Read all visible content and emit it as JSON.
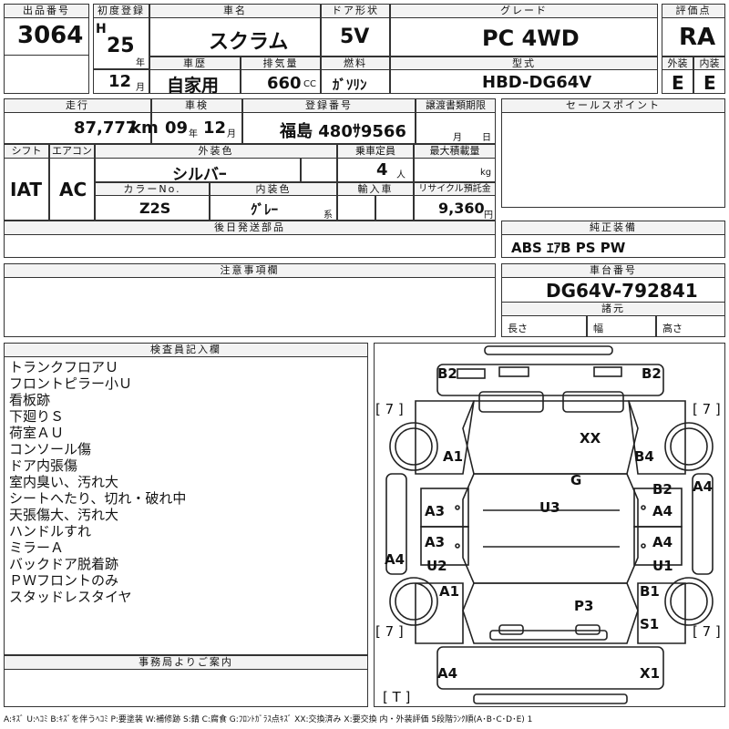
{
  "header": {
    "lot_label": "出品番号",
    "lot_no": "3064",
    "first_reg_label": "初度登録",
    "era": "H",
    "year": "25",
    "year_unit": "年",
    "month": "12",
    "month_unit": "月",
    "car_name_label": "車名",
    "car_name": "スクラム",
    "door_label": "ドア形状",
    "door": "5V",
    "grade_label": "グレード",
    "grade": "PC 4WD",
    "score_label": "評価点",
    "score": "RA",
    "history_label": "車歴",
    "history": "自家用",
    "displacement_label": "排気量",
    "displacement": "660",
    "displacement_unit": "CC",
    "fuel_label": "燃料",
    "fuel": "ｶﾞｿﾘﾝ",
    "model_label": "型式",
    "model": "HBD-DG64V",
    "exterior_label": "外装",
    "exterior": "E",
    "interior_label": "内装",
    "interior": "E"
  },
  "row2": {
    "mileage_label": "走行",
    "mileage": "87,777",
    "mileage_unit": "km",
    "inspection_label": "車検",
    "insp_year": "09",
    "insp_year_unit": "年",
    "insp_month": "12",
    "insp_month_unit": "月",
    "plate_label": "登録番号",
    "plate": "福島 480ｻ9566",
    "transfer_label": "譲渡書類期限",
    "transfer_month_unit": "月",
    "transfer_day_unit": "日",
    "sales_label": "セールスポイント",
    "shift_label": "シフト",
    "shift": "IAT",
    "ac_label": "エアコン",
    "ac": "AC",
    "color_label": "外装色",
    "color": "シルバｰ",
    "capacity_label": "乗車定員",
    "capacity": "4",
    "capacity_unit": "人",
    "maxload_label": "最大積載量",
    "maxload_unit": "kg",
    "colorno_label": "カラーNo.",
    "colorno": "Z2S",
    "intcolor_label": "内装色",
    "intcolor": "ｸﾞﾚｰ",
    "intcolor_unit": "系",
    "import_label": "輸入車",
    "recycle_label": "リサイクル預託金",
    "recycle": "9,360",
    "recycle_unit": "円",
    "parts_label": "後日発送部品",
    "equip_label": "純正装備",
    "equip": "ABS ｴｱB PS PW",
    "caution_label": "注意事項欄",
    "chassis_label": "車台番号",
    "chassis": "DG64V-792841",
    "spec_label": "諸元",
    "len_label": "長さ",
    "wid_label": "幅",
    "hgt_label": "高さ"
  },
  "notes": {
    "title": "検査員記入欄",
    "lines": [
      "トランクフロアＵ",
      "フロントピラー小Ｕ",
      "看板跡",
      "下廻りＳ",
      "荷室ＡＵ",
      "コンソール傷",
      "ドア内張傷",
      "室内臭い、汚れ大",
      "シートへたり、切れ・破れ中",
      "天張傷大、汚れ大",
      "ハンドルすれ",
      "ミラーＡ",
      "バックドア脱着跡",
      "ＰＷフロントのみ",
      "スタッドレスタイヤ"
    ],
    "office_label": "事務局よりご案内"
  },
  "diagram": {
    "labels": [
      "B2",
      "B2",
      "[ 7 ]",
      "[ 7 ]",
      "XX",
      "A1",
      "B4",
      "G",
      "B2",
      "A4",
      "A3",
      "U3",
      "A4",
      "A3",
      "A4",
      "U2",
      "A4",
      "U1",
      "A1",
      "B1",
      "P3",
      "S1",
      "[ 7 ]",
      "[ 7 ]",
      "A4",
      "X1",
      "[ T ]"
    ]
  },
  "legend": "A:ｷｽﾞ U:ﾍｺﾐ B:ｷｽﾞを伴うﾍｺﾐ P:要塗装 W:補修跡 S:錆 C:腐食 G:ﾌﾛﾝﾄｶﾞﾗｽ点ｷｽﾞ XX:交換済み X:要交換  内・外装評価 5段階ﾗﾝｸ順(A･B･C･D･E) 1"
}
